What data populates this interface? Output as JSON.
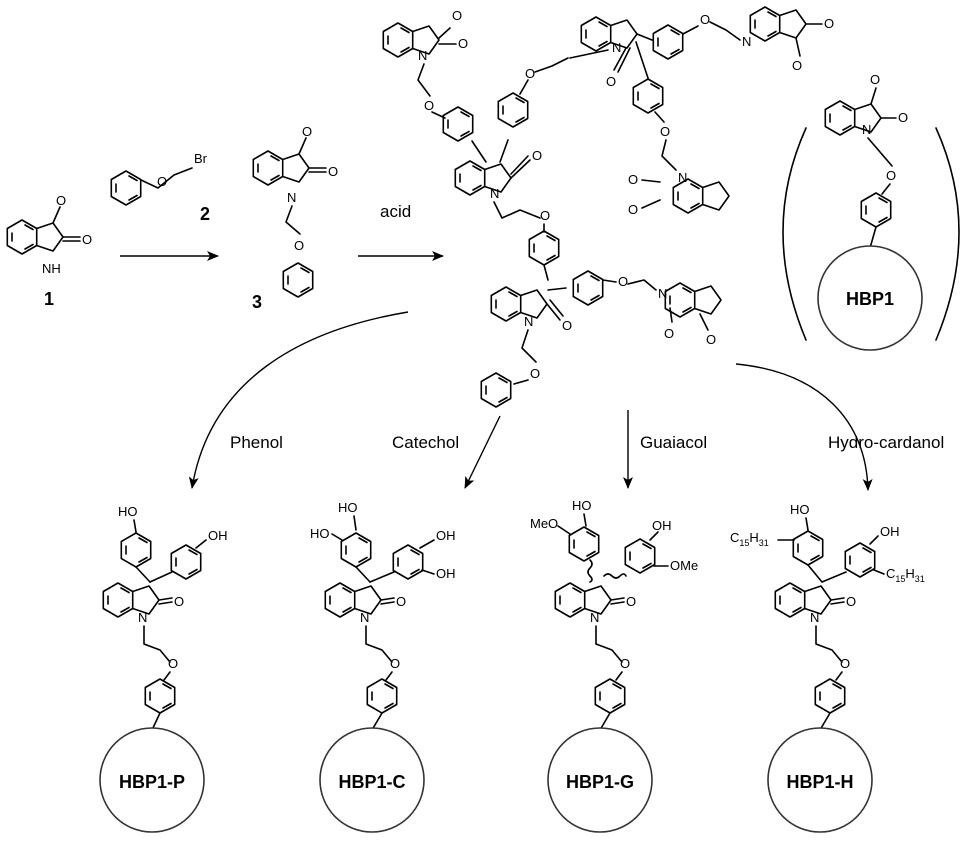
{
  "compounds": {
    "isatin": "1",
    "bromide": "2",
    "ether": "3"
  },
  "reagents": {
    "acid": "acid",
    "phenol": "Phenol",
    "catechol": "Catechol",
    "guaiacol": "Guaiacol",
    "hydrocardanol": "Hydro-cardanol"
  },
  "atoms": {
    "o": "O",
    "n": "N",
    "nh": "NH",
    "br": "Br",
    "oh": "OH",
    "ho": "HO",
    "ome": "OMe",
    "meo": "MeO",
    "c15h31": "C15H31"
  },
  "polymers": {
    "hbp1": "HBP1",
    "hbp1_p": "HBP1-P",
    "hbp1_c": "HBP1-C",
    "hbp1_g": "HBP1-G",
    "hbp1_h": "HBP1-H"
  },
  "colors": {
    "line": "#000000",
    "circle": "#333333",
    "background": "#ffffff"
  }
}
